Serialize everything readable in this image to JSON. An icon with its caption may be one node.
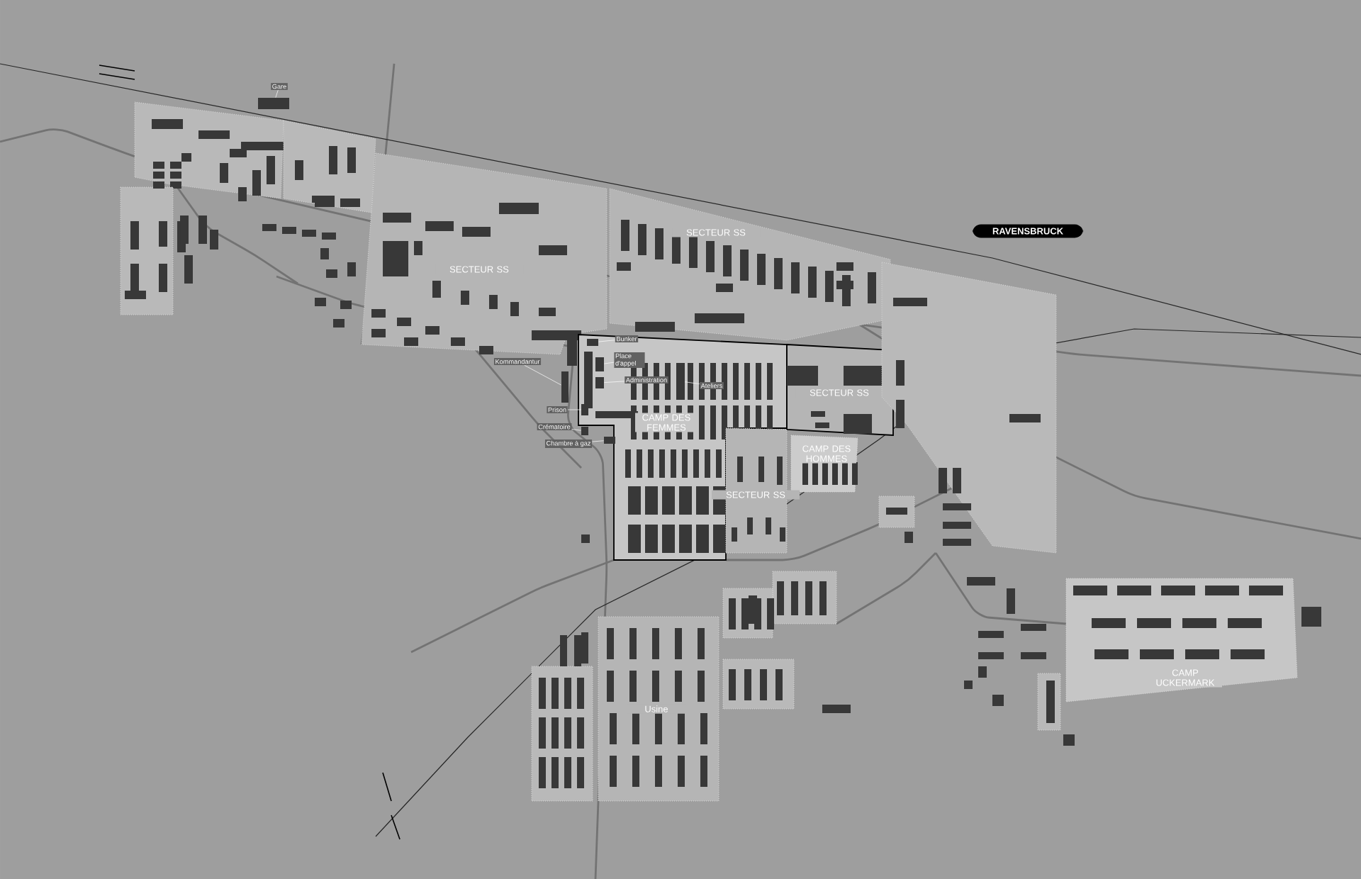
{
  "diagram": {
    "nodes": [
      {
        "text": [
          "RAVENSBRUCK"
        ]
      },
      {
        "text": [
          "SECTEUR SS"
        ]
      },
      {
        "text": [
          "SECTEUR SS"
        ]
      },
      {
        "text": [
          "CAMP DES FEMMES"
        ]
      },
      {
        "text": [
          "SECTEUR SS"
        ]
      },
      {
        "text": [
          "CAMP DES HOMMES"
        ]
      },
      {
        "text": [
          "SECTEUR SS"
        ]
      },
      {
        "text": [
          "CAMP UCKERMARK"
        ]
      },
      {
        "text": [
          "Usine"
        ]
      },
      {
        "text": [
          "Gare"
        ]
      },
      {
        "text": [
          "Kommandantur"
        ]
      },
      {
        "text": [
          "Bunker"
        ],
        "in": 3
      },
      {
        "text": [
          "Place d'appel"
        ],
        "in": 3
      },
      {
        "text": [
          "Administration"
        ],
        "in": 3
      },
      {
        "text": [
          "Ateliers"
        ],
        "in": 3
      },
      {
        "text": [
          "Prison"
        ]
      },
      {
        "text": [
          "Crématoire"
        ]
      },
      {
        "text": [
          "Chambre à gaz"
        ]
      },
      {
        "text": [],
        "shape": "box"
      },
      {
        "text": [],
        "shape": "box"
      },
      {
        "text": [],
        "shape": "box",
        "in": 3
      },
      {
        "text": [],
        "shape": "box",
        "in": 3
      },
      {
        "text": [],
        "shape": "box",
        "in": 3
      },
      {
        "text": [],
        "shape": "box",
        "in": 3
      },
      {
        "text": [],
        "shape": "box",
        "in": 3
      },
      {
        "text": [],
        "shape": "box"
      },
      {
        "text": [],
        "shape": "box"
      }
    ],
    "edges": [
      {
        "from": 9,
        "to": 18,
        "arrow": "none"
      },
      {
        "from": 10,
        "to": 19,
        "arrow": "none"
      },
      {
        "from": 11,
        "to": 20,
        "arrow": "none"
      },
      {
        "from": 12,
        "to": 21,
        "arrow": "none"
      },
      {
        "from": 13,
        "to": 22,
        "arrow": "none"
      },
      {
        "from": 14,
        "to": 23,
        "arrow": "none"
      },
      {
        "from": 15,
        "to": 24,
        "arrow": "none"
      },
      {
        "from": 16,
        "to": 25,
        "arrow": "none"
      },
      {
        "from": 17,
        "to": 26,
        "arrow": "none"
      }
    ]
  }
}
